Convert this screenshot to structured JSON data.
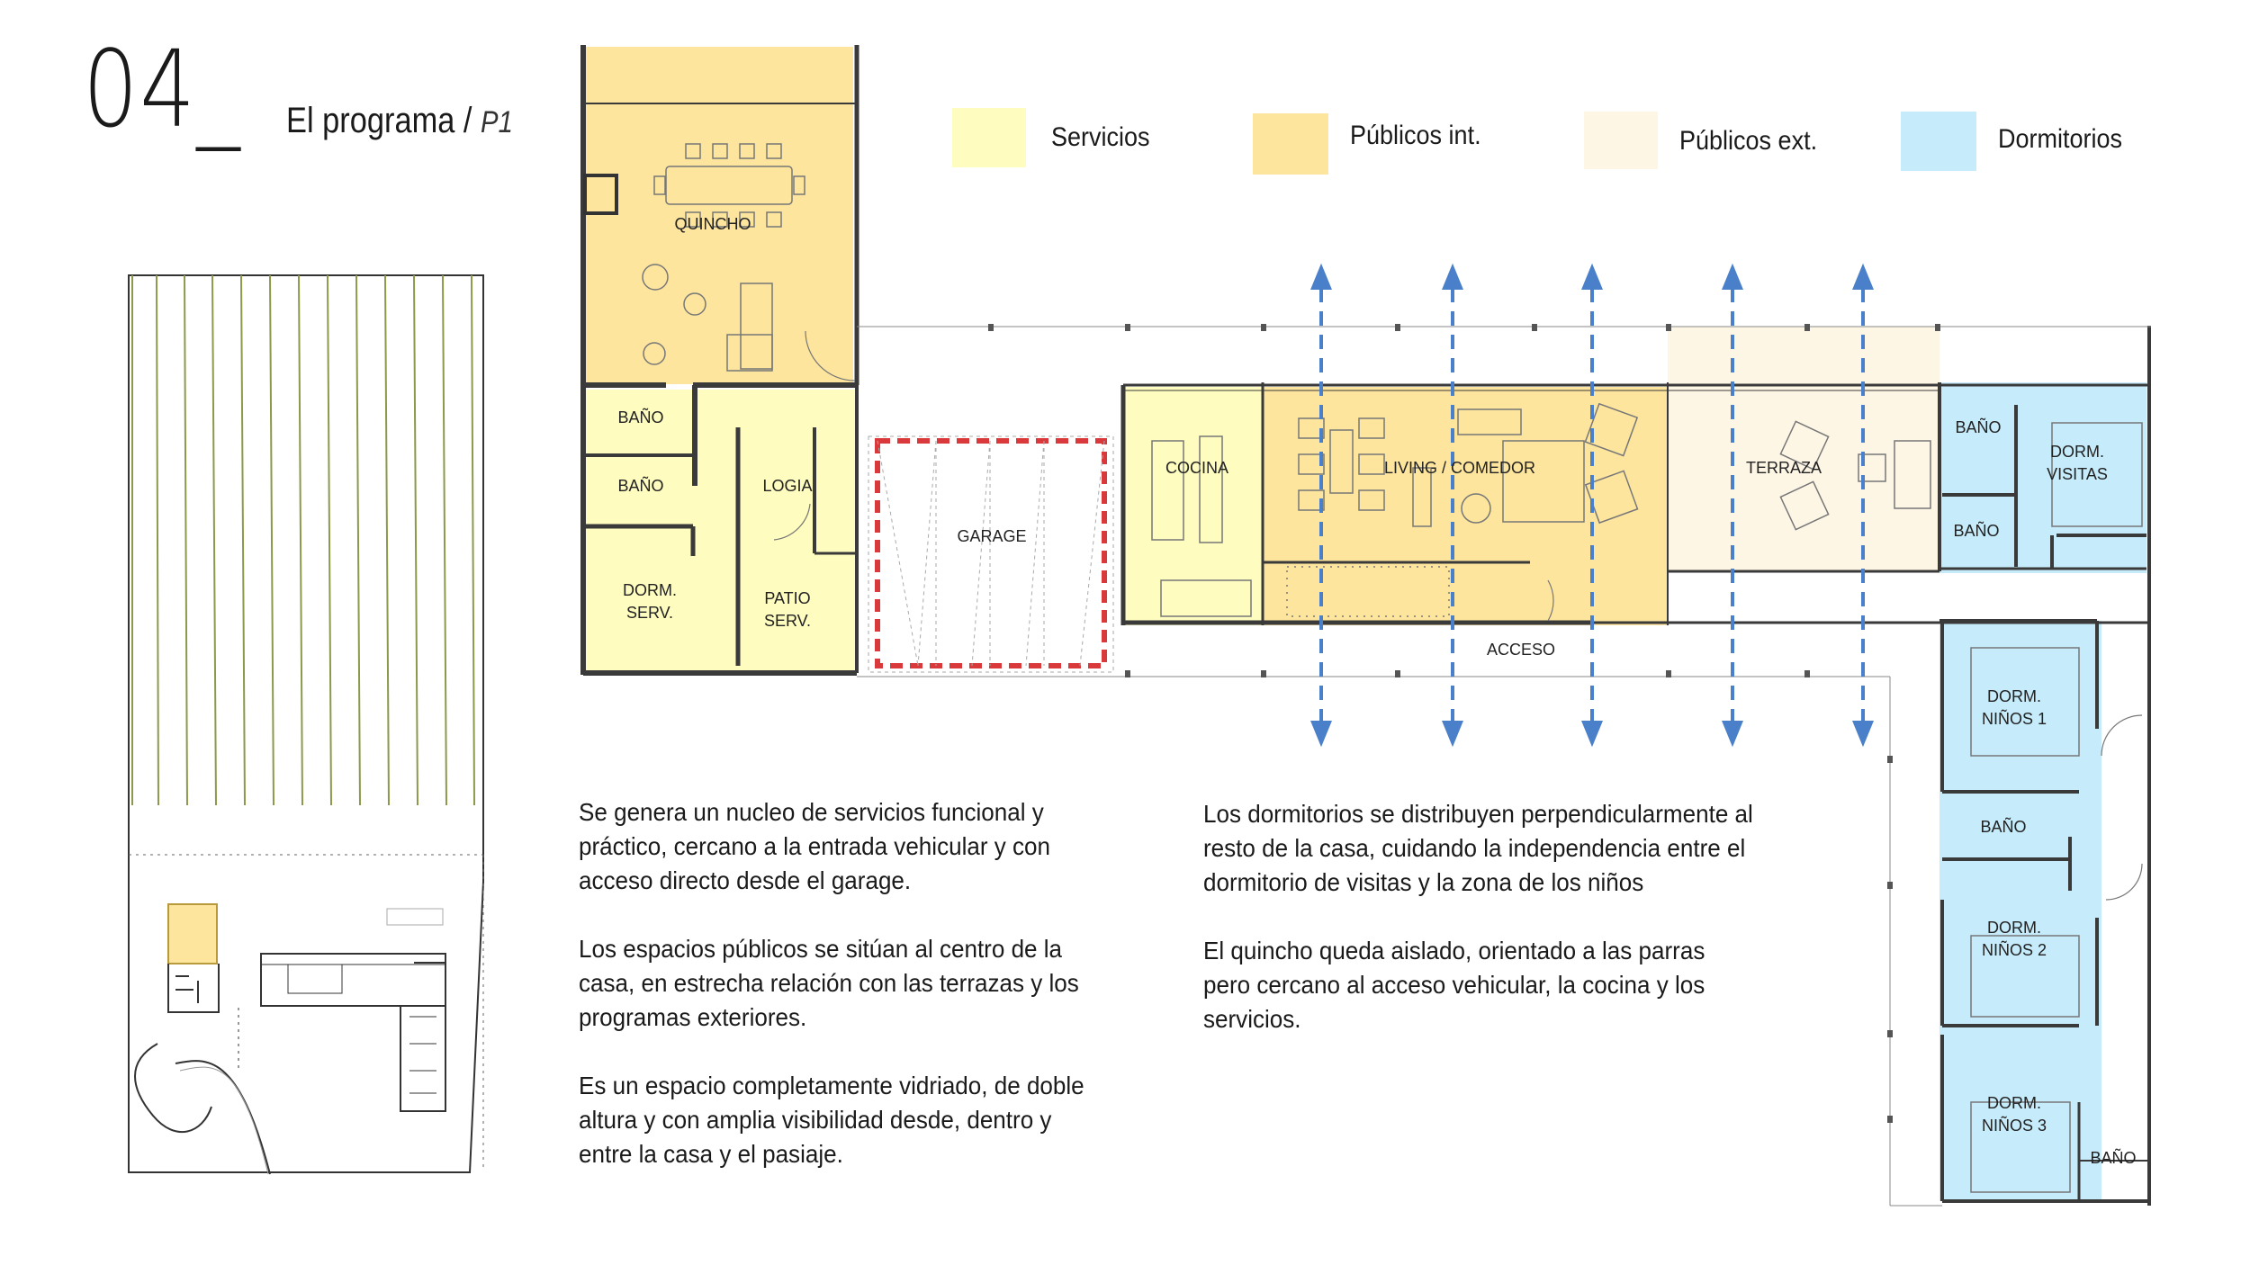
{
  "header": {
    "number": "04_",
    "title": "El programa /",
    "subtitle": "P1"
  },
  "legend": [
    {
      "label": "Servicios",
      "color": "#fefcbf"
    },
    {
      "label": "Públicos int.",
      "color": "#fde59e"
    },
    {
      "label": "Públicos ext.",
      "color": "#fdf6e5"
    },
    {
      "label": "Dormitorios",
      "color": "#c6ebfa"
    }
  ],
  "rooms": {
    "quincho": "QUINCHO",
    "bano1": "BAÑO",
    "bano2": "BAÑO",
    "logia": "LOGIA",
    "dorm_serv_1": "DORM.",
    "dorm_serv_2": "SERV.",
    "patio_serv_1": "PATIO",
    "patio_serv_2": "SERV.",
    "garage": "GARAGE",
    "cocina": "COCINA",
    "living": "LIVING / COMEDOR",
    "terraza": "TERRAZA",
    "acceso": "ACCESO",
    "bano_visitas_top": "BAÑO",
    "bano_visitas_bottom": "BAÑO",
    "dorm_visitas_1": "DORM.",
    "dorm_visitas_2": "VISITAS",
    "dorm_ninos1_1": "DORM.",
    "dorm_ninos1_2": "NIÑOS 1",
    "bano_ninos": "BAÑO",
    "dorm_ninos2_1": "DORM.",
    "dorm_ninos2_2": "NIÑOS 2",
    "dorm_ninos3_1": "DORM.",
    "dorm_ninos3_2": "NIÑOS 3",
    "bano_ninos3": "BAÑO"
  },
  "text_left": [
    "Se genera un nucleo de servicios funcional y práctico, cercano a la entrada vehicular y con acceso directo desde el garage.",
    "Los espacios públicos se sitúan al centro de la casa, en estrecha relación con las terrazas y los programas exteriores.",
    "Es un espacio completamente vidriado, de doble altura y con amplia visibilidad desde, dentro y entre la casa y el pasiaje."
  ],
  "text_right": [
    "Los dormitorios se distribuyen perpendicularmente al resto de la casa, cuidando la independencia entre el dormitorio de visitas y la zona de los niños",
    "El quincho queda aislado, orientado a las parras pero cercano al acceso vehicular, la cocina y los servicios."
  ],
  "colors": {
    "arrow": "#4a7fc9",
    "garage_dash": "#d9393a",
    "wall": "#3a3a3a",
    "vineyard": "#8a9a4a"
  }
}
